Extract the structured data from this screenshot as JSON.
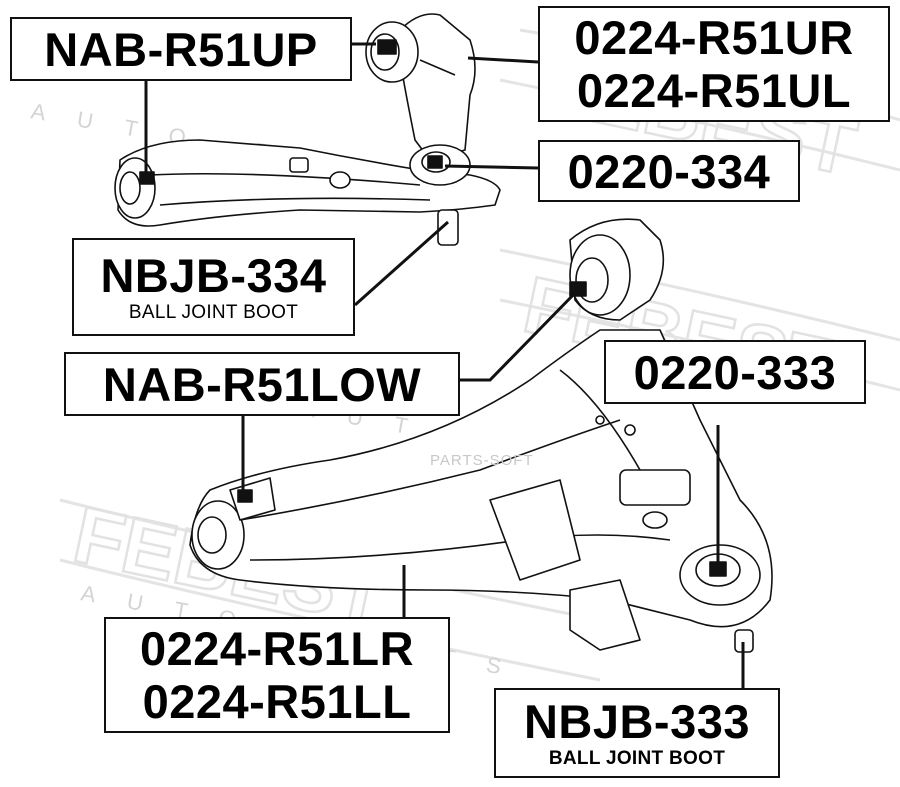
{
  "labels": {
    "upper_bushing": "NAB-R51UP",
    "upper_arm_right": "0224-R51UR",
    "upper_arm_left": "0224-R51UL",
    "upper_ball_joint": "0220-334",
    "upper_boot_code": "NBJB-334",
    "upper_boot_text": "BALL JOINT BOOT",
    "lower_bushing": "NAB-R51LOW",
    "lower_ball_joint": "0220-333",
    "lower_arm_right": "0224-R51LR",
    "lower_arm_left": "0224-R51LL",
    "lower_boot_code": "NBJB-333",
    "lower_boot_text": "BALL JOINT BOOT"
  },
  "watermark": {
    "brand": "FEBEST",
    "tagline": "AUTO PARTS",
    "credit": "PARTS-SOFT"
  },
  "colors": {
    "ink": "#111111",
    "watermark": "#e6e6e6",
    "background": "#ffffff"
  }
}
